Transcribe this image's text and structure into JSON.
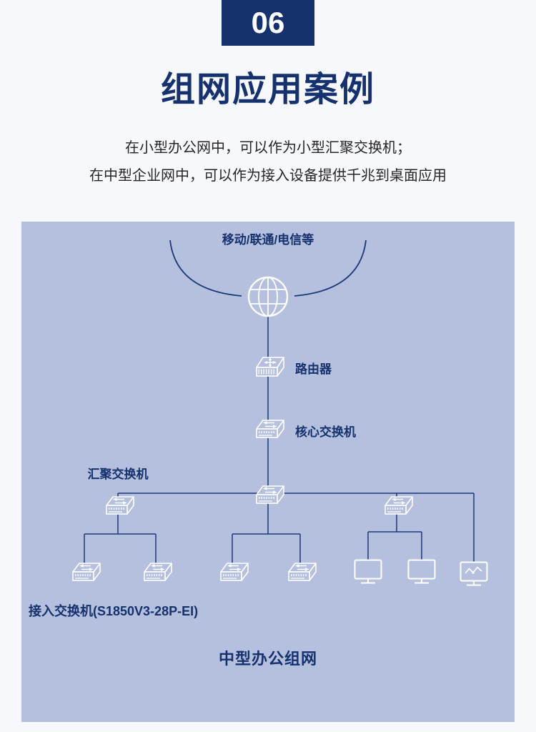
{
  "badge": {
    "number": "06"
  },
  "title": "组网应用案例",
  "description": {
    "line1": "在小型办公网中，可以作为小型汇聚交换机；",
    "line2": "在中型企业网中，可以作为接入设备提供千兆到桌面应用"
  },
  "diagram": {
    "isp_label": "移动/联通/电信等",
    "router_label": "路由器",
    "core_switch_label": "核心交换机",
    "aggregation_switch_label": "汇聚交换机",
    "access_switch_label": "接入交换机(S1850V3-28P-EI)",
    "caption": "中型办公组网"
  },
  "colors": {
    "navy": "#15316e",
    "line": "#1b3878",
    "panel_background": "#b4c0dd",
    "page_background": "#f7f8fc",
    "icon_stroke": "#ffffff"
  }
}
